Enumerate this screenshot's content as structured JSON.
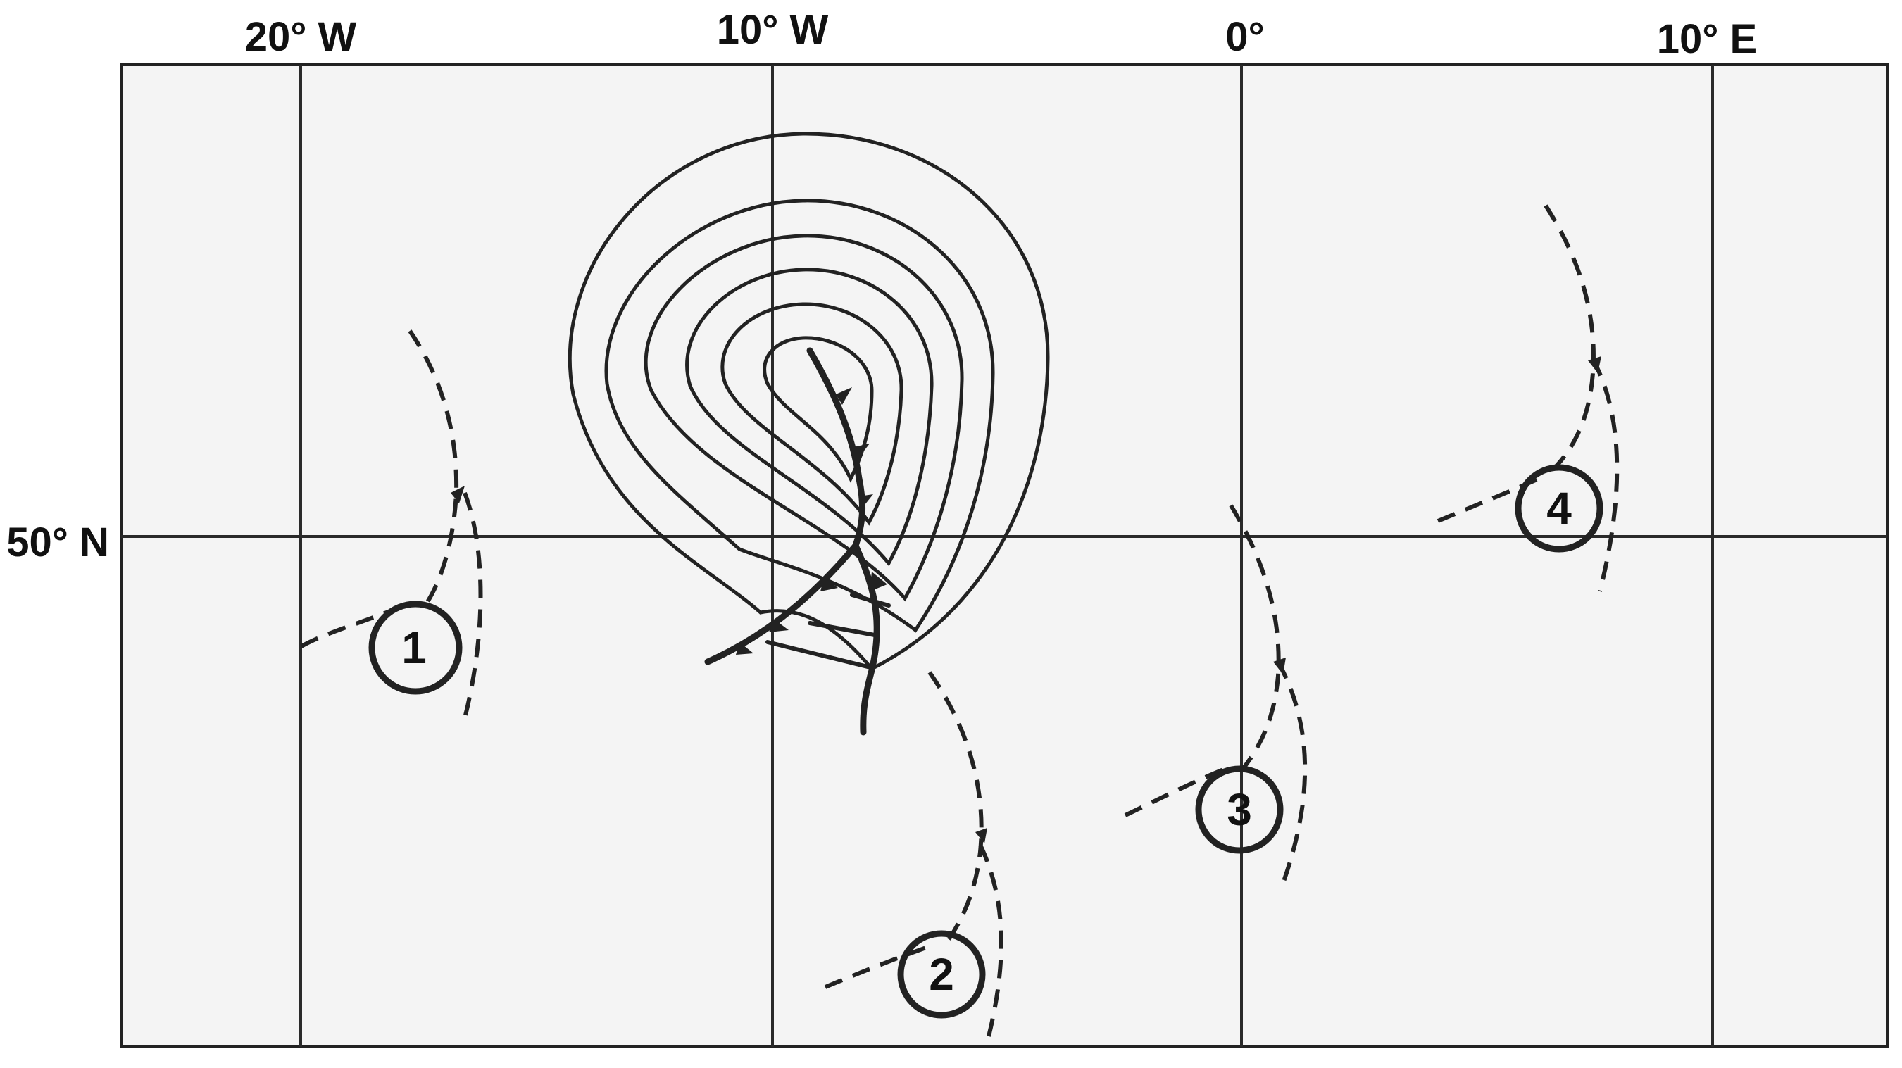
{
  "map": {
    "longitude_labels": [
      "20° W",
      "10° W",
      "0°",
      "10° E"
    ],
    "latitude_labels": [
      "50° N"
    ],
    "position_labels": [
      "1",
      "2",
      "3",
      "4"
    ]
  },
  "colors": {
    "background": "#ffffff",
    "map_fill": "#f4f4f4",
    "ink": "#222222"
  },
  "icons": {
    "isobars": "closed-isobar-rings",
    "mature_front": "occluded-cold-warm-front",
    "developing_fronts": "dashed-wave-fronts",
    "position_marker": "circled-number"
  }
}
